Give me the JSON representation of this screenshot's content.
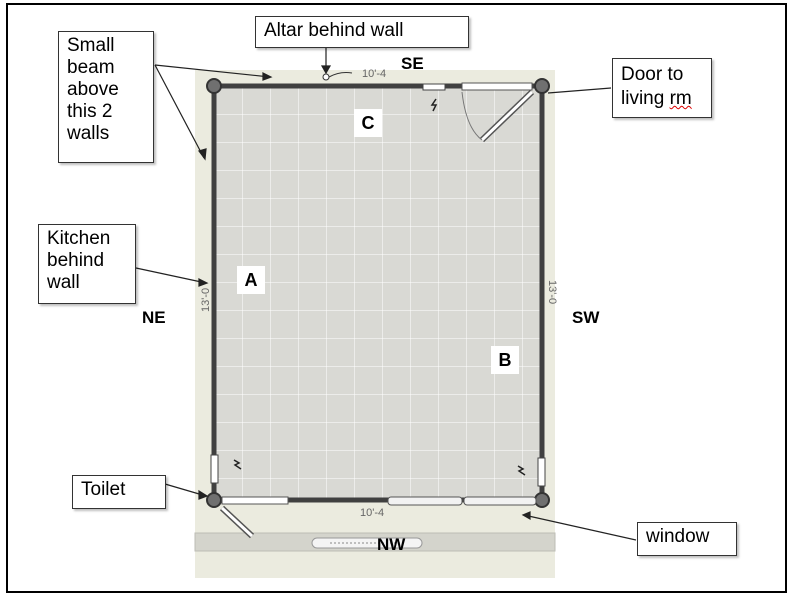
{
  "callouts": {
    "altar": "Altar behind wall",
    "beam": [
      "Small",
      "beam",
      "above",
      "this 2",
      "walls"
    ],
    "door": [
      "Door to",
      "living ",
      "rm"
    ],
    "kitchen": [
      "Kitchen",
      "behind",
      "wall"
    ],
    "toilet": "Toilet",
    "window": "window"
  },
  "compass": {
    "se": "SE",
    "ne": "NE",
    "sw": "SW",
    "nw": "NW"
  },
  "rooms": {
    "a": "A",
    "b": "B",
    "c": "C"
  },
  "dimensions": {
    "top": "10'-4",
    "bottom": "10'-4",
    "left": "13'-0",
    "right": "13'-0"
  },
  "colors": {
    "wall": "#404040",
    "floor": "#d9d9d4",
    "grid": "#ffffff",
    "surround": "#ebebdf"
  }
}
